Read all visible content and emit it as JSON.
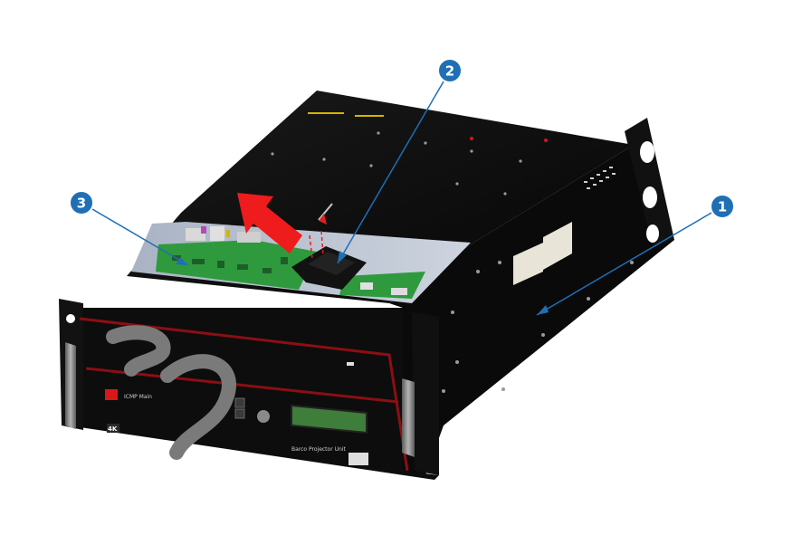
{
  "figure": {
    "callouts": [
      {
        "label": "1",
        "target": "chassis-side-panel"
      },
      {
        "label": "2",
        "target": "component-being-removed"
      },
      {
        "label": "3",
        "target": "main-circuit-board"
      }
    ],
    "front_panel": {
      "model_text": "ICMP Main",
      "logo_text": "4K",
      "bottom_text": "Barco Projector Unit"
    },
    "colors": {
      "callout_fill": "#1f6fb5",
      "arrow_fill": "#ee1c1c",
      "chassis": "#0b0b0b",
      "trim": "#8a0f14",
      "pcb": "#2e9a3d",
      "lcd": "#3f7d3a",
      "handle": "#7a7a7a"
    },
    "icons": {
      "callout": "numbered-circle-icon",
      "removal_arrow": "arrow-up-left-icon"
    }
  }
}
